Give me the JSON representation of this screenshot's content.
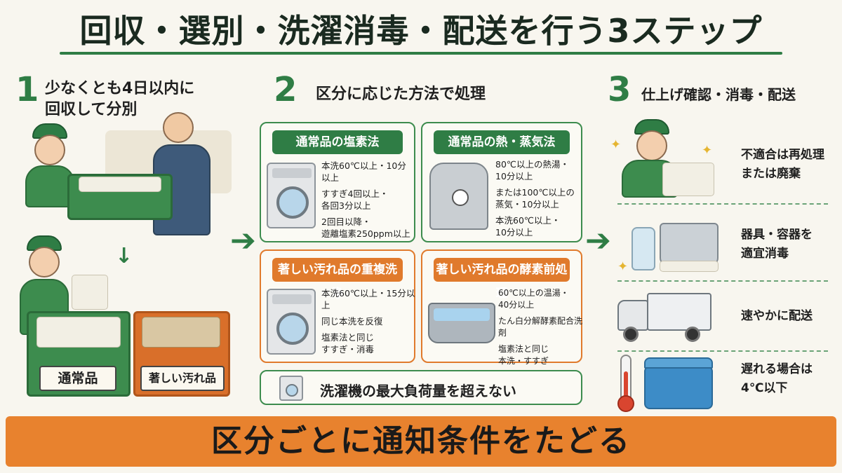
{
  "title": "回収・選別・洗濯消毒・配送を行う3ステップ",
  "step1": {
    "number": "1",
    "heading_line1": "少なくとも4日以内に",
    "heading_line2": "回収して分別",
    "label_normal": "通常品",
    "label_dirty": "著しい汚れ品"
  },
  "step2": {
    "number": "2",
    "heading": "区分に応じた方法で処理",
    "boxes": [
      {
        "title": "通常品の塩素法",
        "lines": [
          "本洗60℃以上・10分以上",
          "すすぎ4回以上・",
          "各回3分以上",
          "2回目以降・",
          "遊離塩素250ppm以上"
        ]
      },
      {
        "title": "通常品の熱・蒸気法",
        "lines": [
          "80℃以上の熱湯・",
          "10分以上",
          "または100℃以上の",
          "蒸気・10分以上",
          "本洗60℃以上・",
          "10分以上"
        ]
      },
      {
        "title": "著しい汚れ品の重複洗浄",
        "lines": [
          "本洗60℃以上・15分以上",
          "同じ本洗を反復",
          "塩素法と同じ",
          "すすぎ・消毒"
        ]
      },
      {
        "title": "著しい汚れ品の酵素前処理",
        "lines": [
          "60℃以上の温湯・",
          "40分以上",
          "たん白分解酵素配合洗剤",
          "塩素法と同じ",
          "本洗・すすぎ"
        ]
      }
    ],
    "note": "洗濯機の最大負荷量を超えない"
  },
  "step3": {
    "number": "3",
    "heading": "仕上げ確認・消毒・配送",
    "items": [
      {
        "line1": "不適合は再処理",
        "line2": "または廃棄"
      },
      {
        "line1": "器具・容器を",
        "line2": "適宜消毒"
      },
      {
        "line1": "速やかに配送",
        "line2": ""
      },
      {
        "line1": "遅れる場合は",
        "line2": "4℃以下"
      }
    ]
  },
  "banner": "区分ごとに通知条件をたどる",
  "colors": {
    "green": "#2f7d45",
    "orange": "#e07a2c",
    "banner": "#e8822e"
  }
}
